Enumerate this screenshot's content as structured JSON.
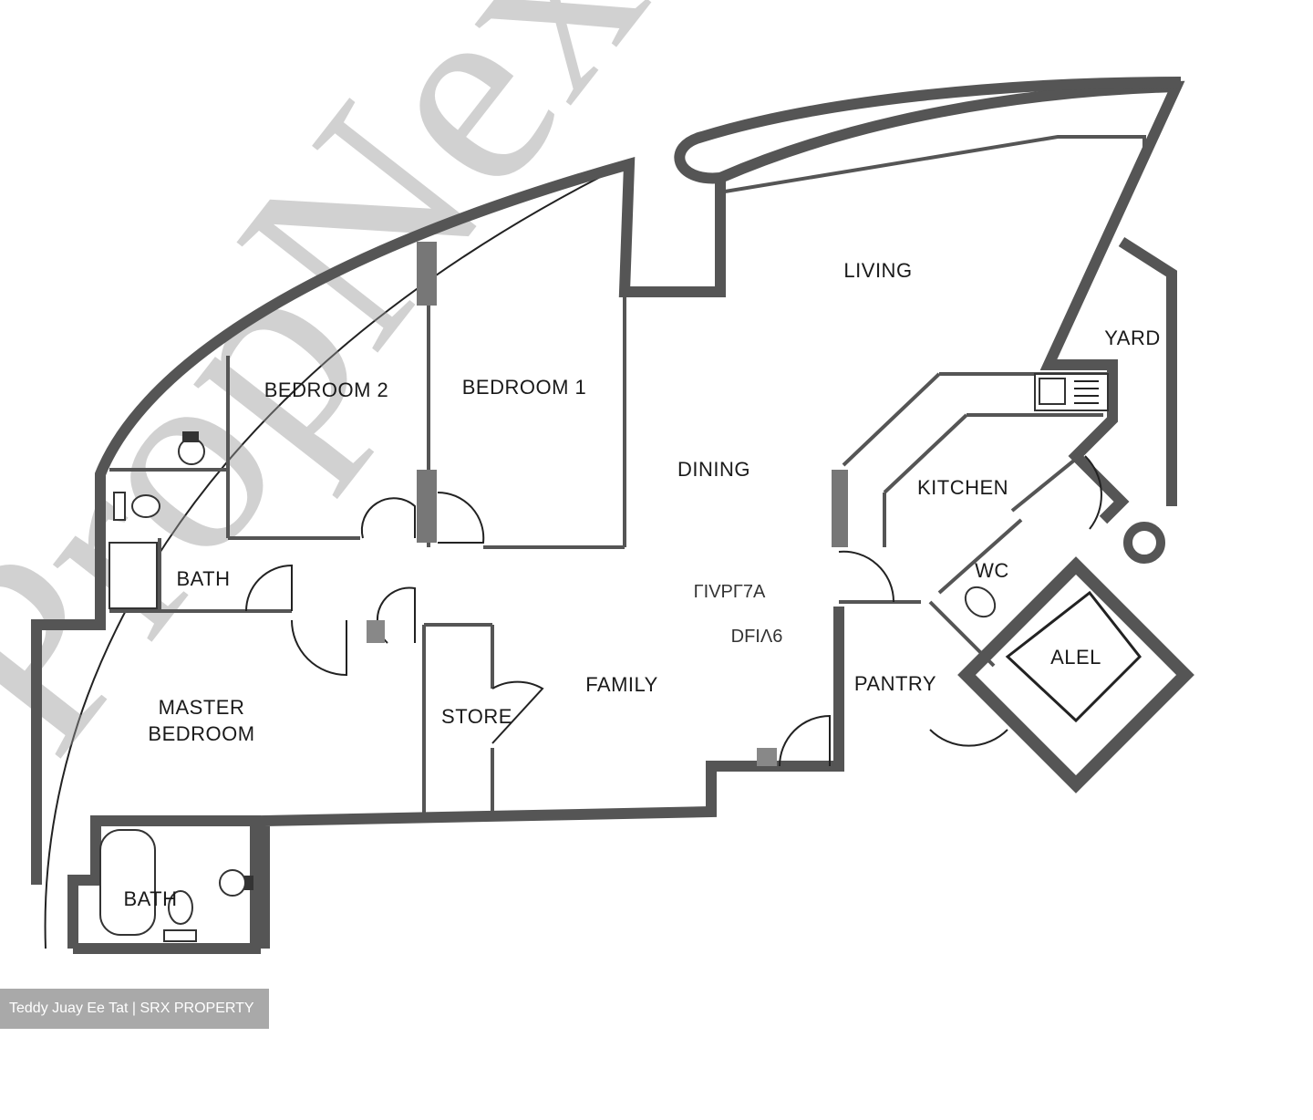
{
  "rooms": {
    "living": "LIVING",
    "yard": "YARD",
    "bedroom_2": "BEDROOM 2",
    "bedroom_1": "BEDROOM 1",
    "dining": "DINING",
    "kitchen": "KITCHEN",
    "bath_upper": "BATH",
    "wc": "WC",
    "master_bedroom_line1": "MASTER",
    "master_bedroom_line2": "BEDROOM",
    "store": "STORE",
    "family": "FAMILY",
    "pantry": "PANTRY",
    "bath_lower": "BATH",
    "ahu": "ALEL"
  },
  "unit_type": {
    "line1": "ΓΙVΡΓ7Α",
    "line2": "DFΙΛ6"
  },
  "watermark": "PropNex",
  "credit": "Teddy Juay Ee Tat | SRX PROPERTY"
}
